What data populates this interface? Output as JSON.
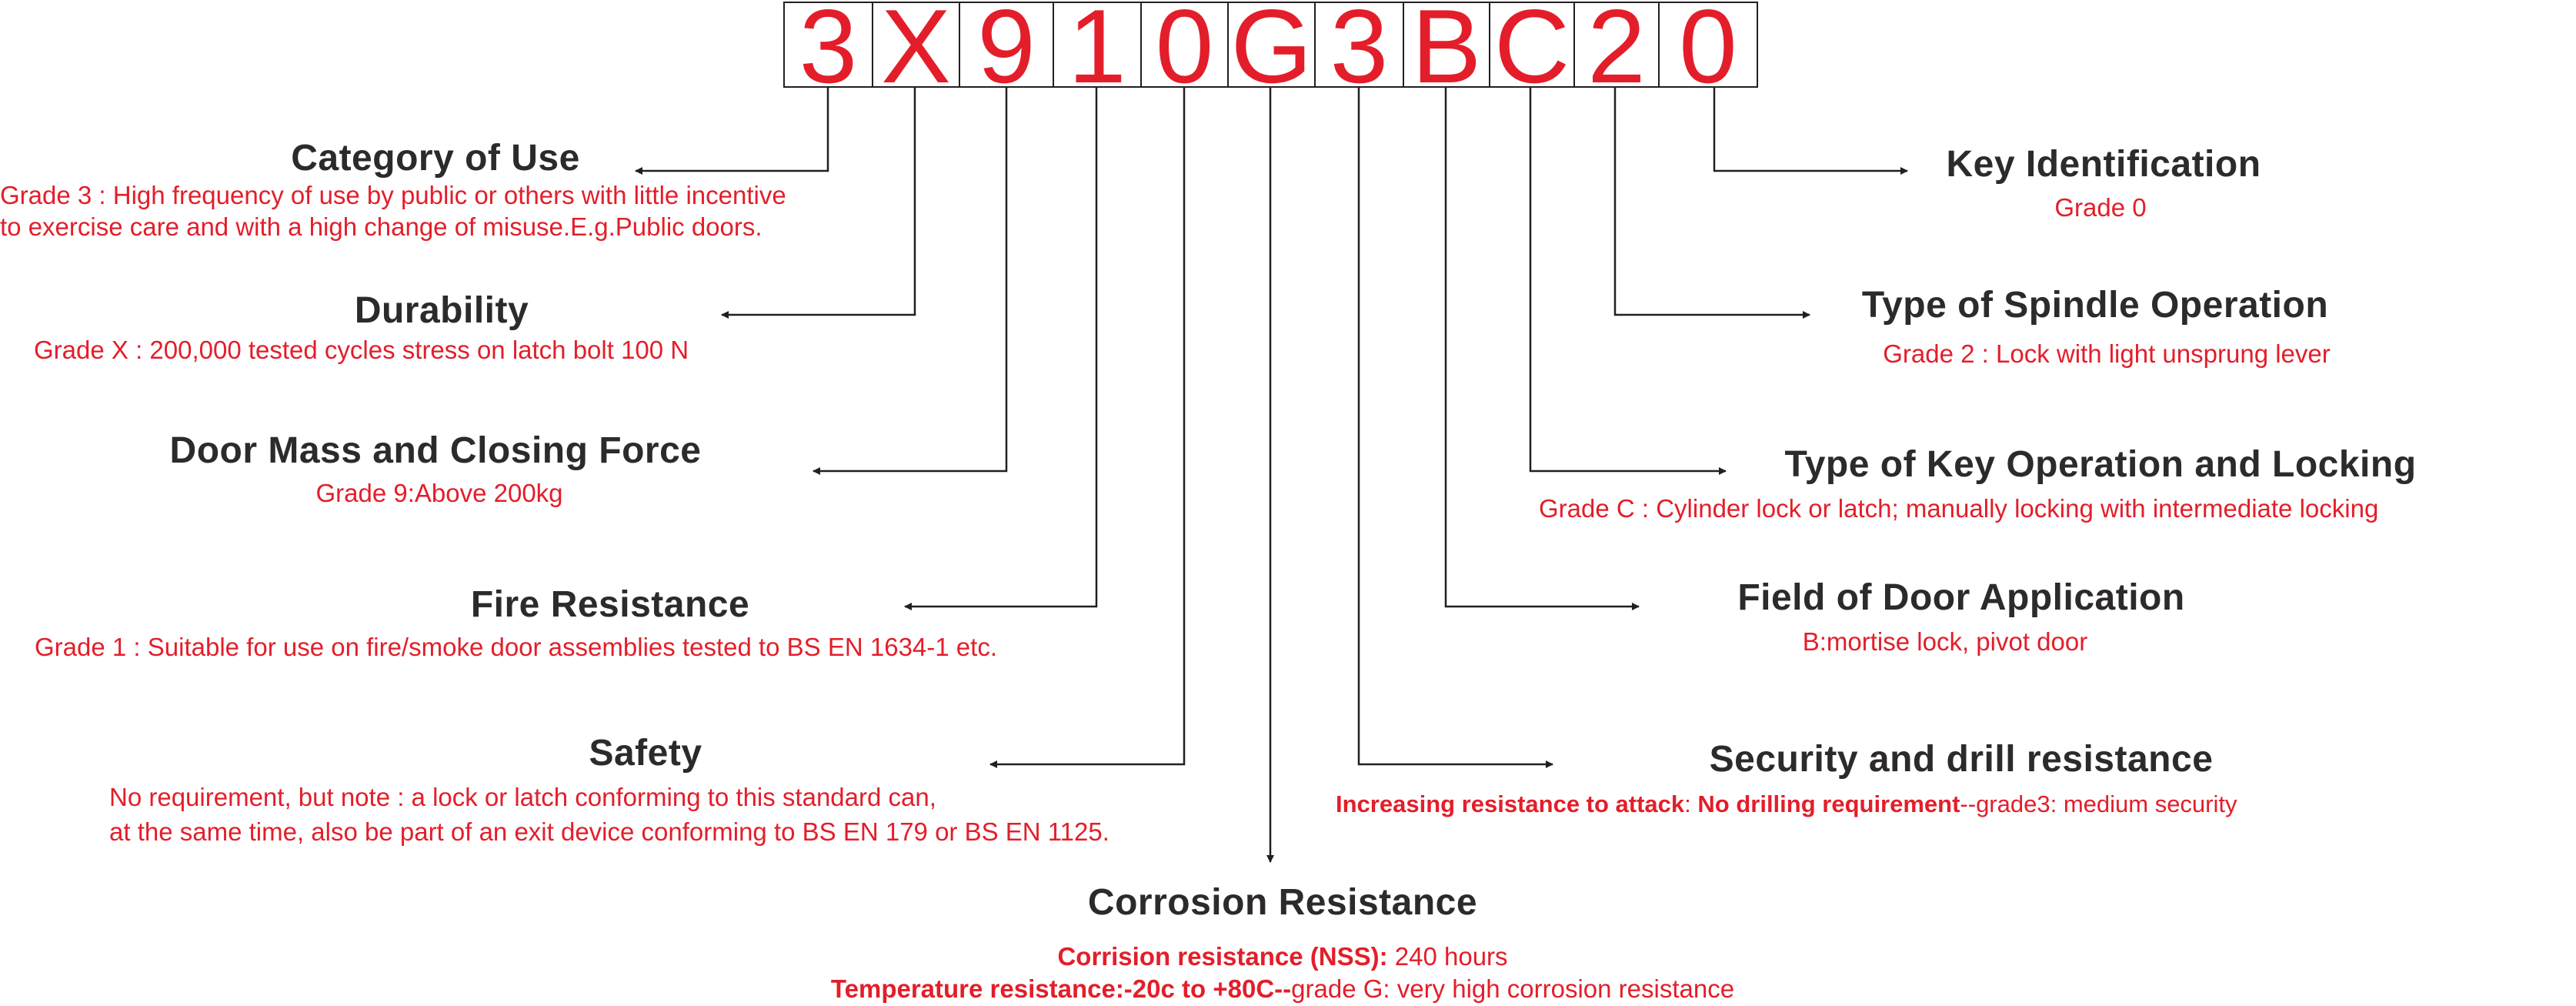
{
  "colors": {
    "accent": "#e31e2a",
    "title": "#2d2a2b",
    "line": "#231f20"
  },
  "code": [
    "3",
    "X",
    "9",
    "1",
    "0",
    "G",
    "3",
    "B",
    "C",
    "2",
    "0"
  ],
  "fields": {
    "category_of_use": {
      "title": "Category of Use",
      "line1": "Grade 3 : High frequency of use by public or others with little incentive",
      "line2": "to exercise care and with a high change of misuse.E.g.Public doors."
    },
    "durability": {
      "title": "Durability",
      "line1": "Grade X : 200,000 tested cycles stress on latch bolt 100 N"
    },
    "door_mass": {
      "title": "Door Mass and Closing Force",
      "line1": "Grade 9:Above 200kg"
    },
    "fire_resistance": {
      "title": "Fire Resistance",
      "line1": "Grade 1 : Suitable for use on fire/smoke door assemblies tested to BS EN 1634-1 etc."
    },
    "safety": {
      "title": "Safety",
      "line1": "No requirement, but note : a lock or latch conforming to this standard can,",
      "line2": "at the same time, also be part of an exit device conforming to BS EN 179 or BS EN 1125."
    },
    "corrosion": {
      "title": "Corrosion Resistance",
      "line1_bold": "Corrision  resistance (NSS):",
      "line1_rest": " 240 hours",
      "line2_bold": "Temperature resistance:-20c to +80C--",
      "line2_rest": "grade G: very high corrosion resistance"
    },
    "security": {
      "title": "Security and drill resistance",
      "bold1": "Increasing resistance to attack",
      "sep": ":  ",
      "bold2": "No drilling requirement",
      "rest": "--grade3: medium security"
    },
    "field_of_door": {
      "title": "Field of Door Application",
      "line1": "B:mortise lock, pivot door"
    },
    "key_operation": {
      "title": "Type of Key Operation and Locking",
      "line1": "Grade C : Cylinder lock or latch; manually locking with intermediate locking"
    },
    "spindle": {
      "title": "Type of Spindle Operation",
      "line1": "Grade 2 : Lock with light unsprung lever"
    },
    "key_identification": {
      "title": "Key Identification",
      "line1": "Grade 0"
    }
  }
}
